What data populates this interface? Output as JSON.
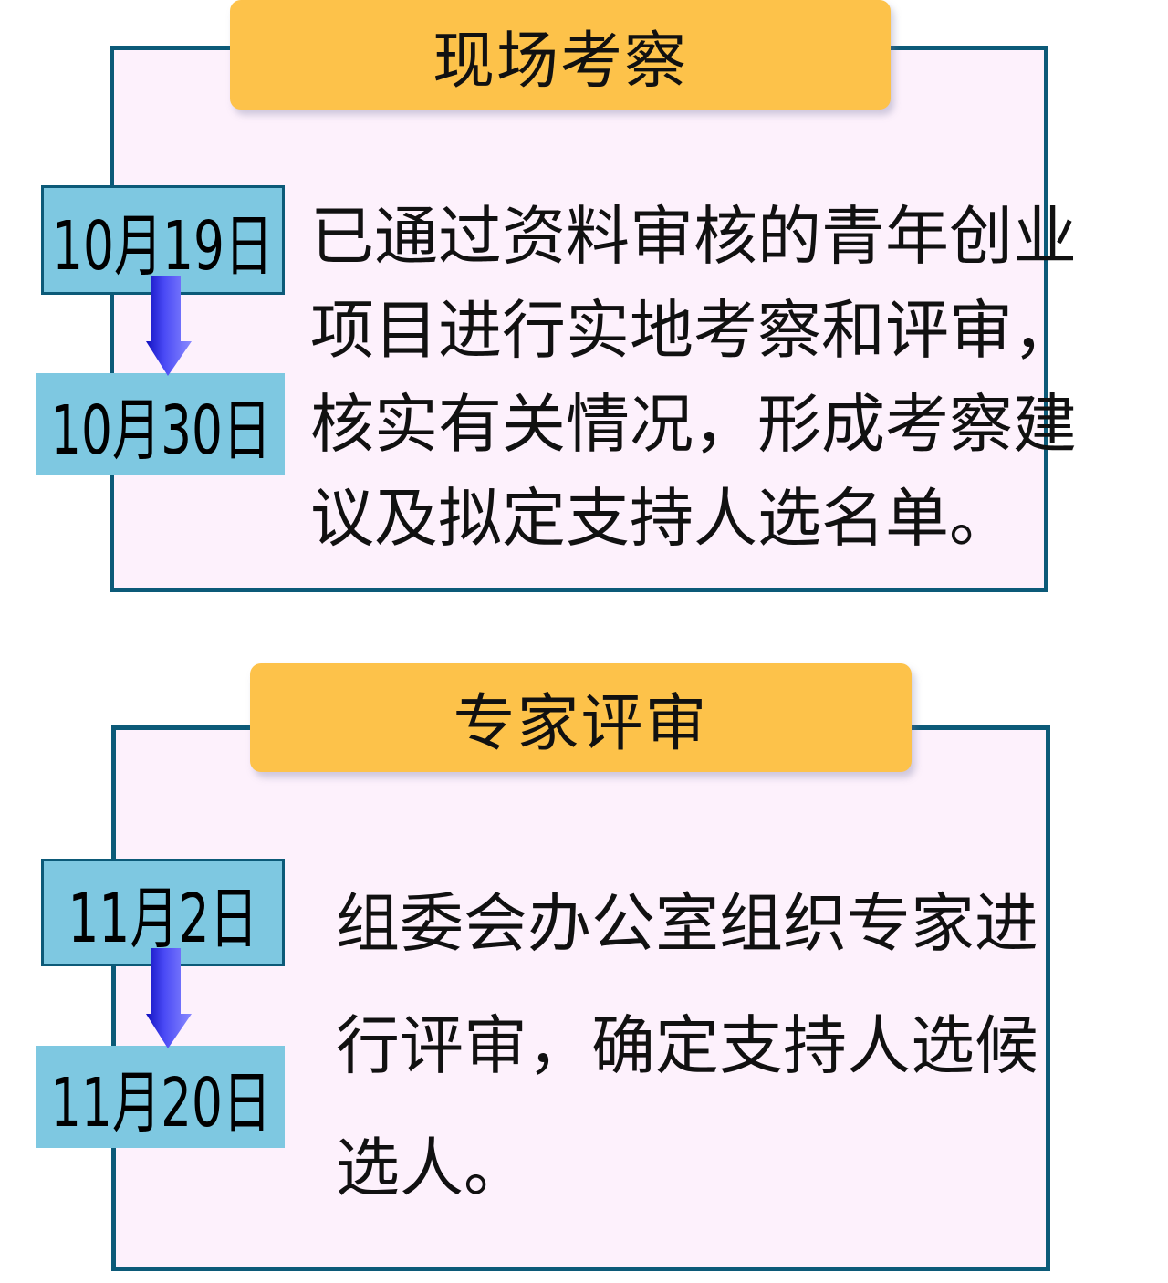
{
  "sections": [
    {
      "title": "现场考察",
      "date_start": "10月19日",
      "date_end": "10月30日",
      "lines": [
        "已通过资料审核的青年创业",
        "项目进行实地考察和评审，",
        "核实有关情况，形成考察建",
        "议及拟定支持人选名单。"
      ]
    },
    {
      "title": "专家评审",
      "date_start": "11月2日",
      "date_end": "11月20日",
      "lines": [
        "组委会办公室组织专家进",
        "行评审，确定支持人选候",
        "选人。"
      ]
    }
  ],
  "colors": {
    "border": "#0c5a78",
    "tab": "#fdc24a",
    "date": "#7ec8e1",
    "card_bg": "#fdf1fc",
    "arrow": "#4040f0"
  }
}
